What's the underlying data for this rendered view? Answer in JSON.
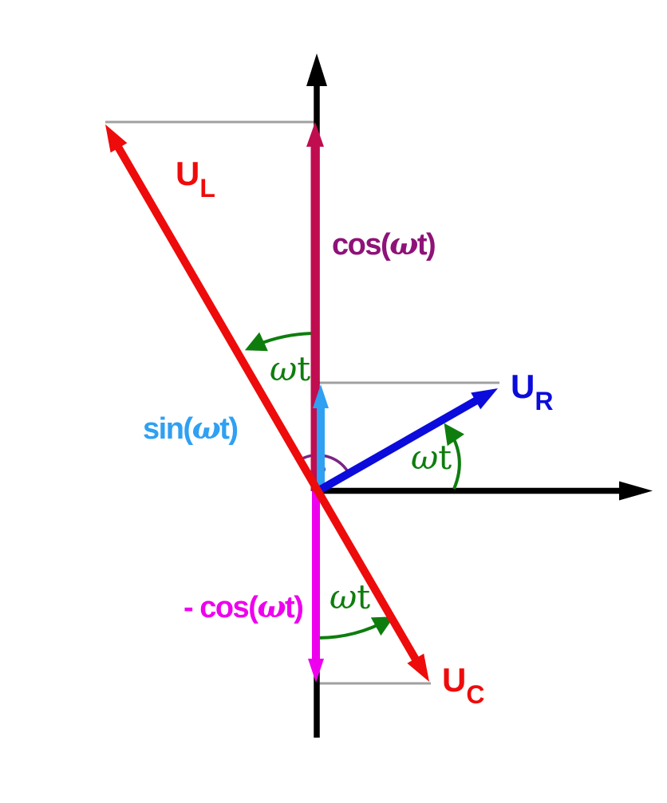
{
  "title": "RLC phasor diagram",
  "colors": {
    "red": "#ee0b0b",
    "blue": "#0b0bdc",
    "cyan": "#2fa0f2",
    "magenta": "#ee00ee",
    "crimson": "#c00d4f",
    "purple_label": "#8e1278",
    "purple_arc": "#7a2583",
    "green": "#0e7d0e",
    "axis": "#000000",
    "gray": "#a0a0a0"
  },
  "labels": {
    "u_l": {
      "main": "U",
      "sub": "L"
    },
    "u_r": {
      "main": "U",
      "sub": "R"
    },
    "u_c": {
      "main": "U",
      "sub": "C"
    },
    "cos": {
      "pre": "cos(",
      "omega": "ω",
      "post": "t)"
    },
    "sin": {
      "pre": "sin(",
      "omega": "ω",
      "post": "t)"
    },
    "neg_cos": {
      "pre": "- cos(",
      "omega": "ω",
      "post": "t)"
    },
    "wt_upper": {
      "omega": "ω",
      "t": "t"
    },
    "wt_right": {
      "omega": "ω",
      "t": "t"
    },
    "wt_lower": {
      "omega": "ω",
      "t": "t"
    }
  }
}
